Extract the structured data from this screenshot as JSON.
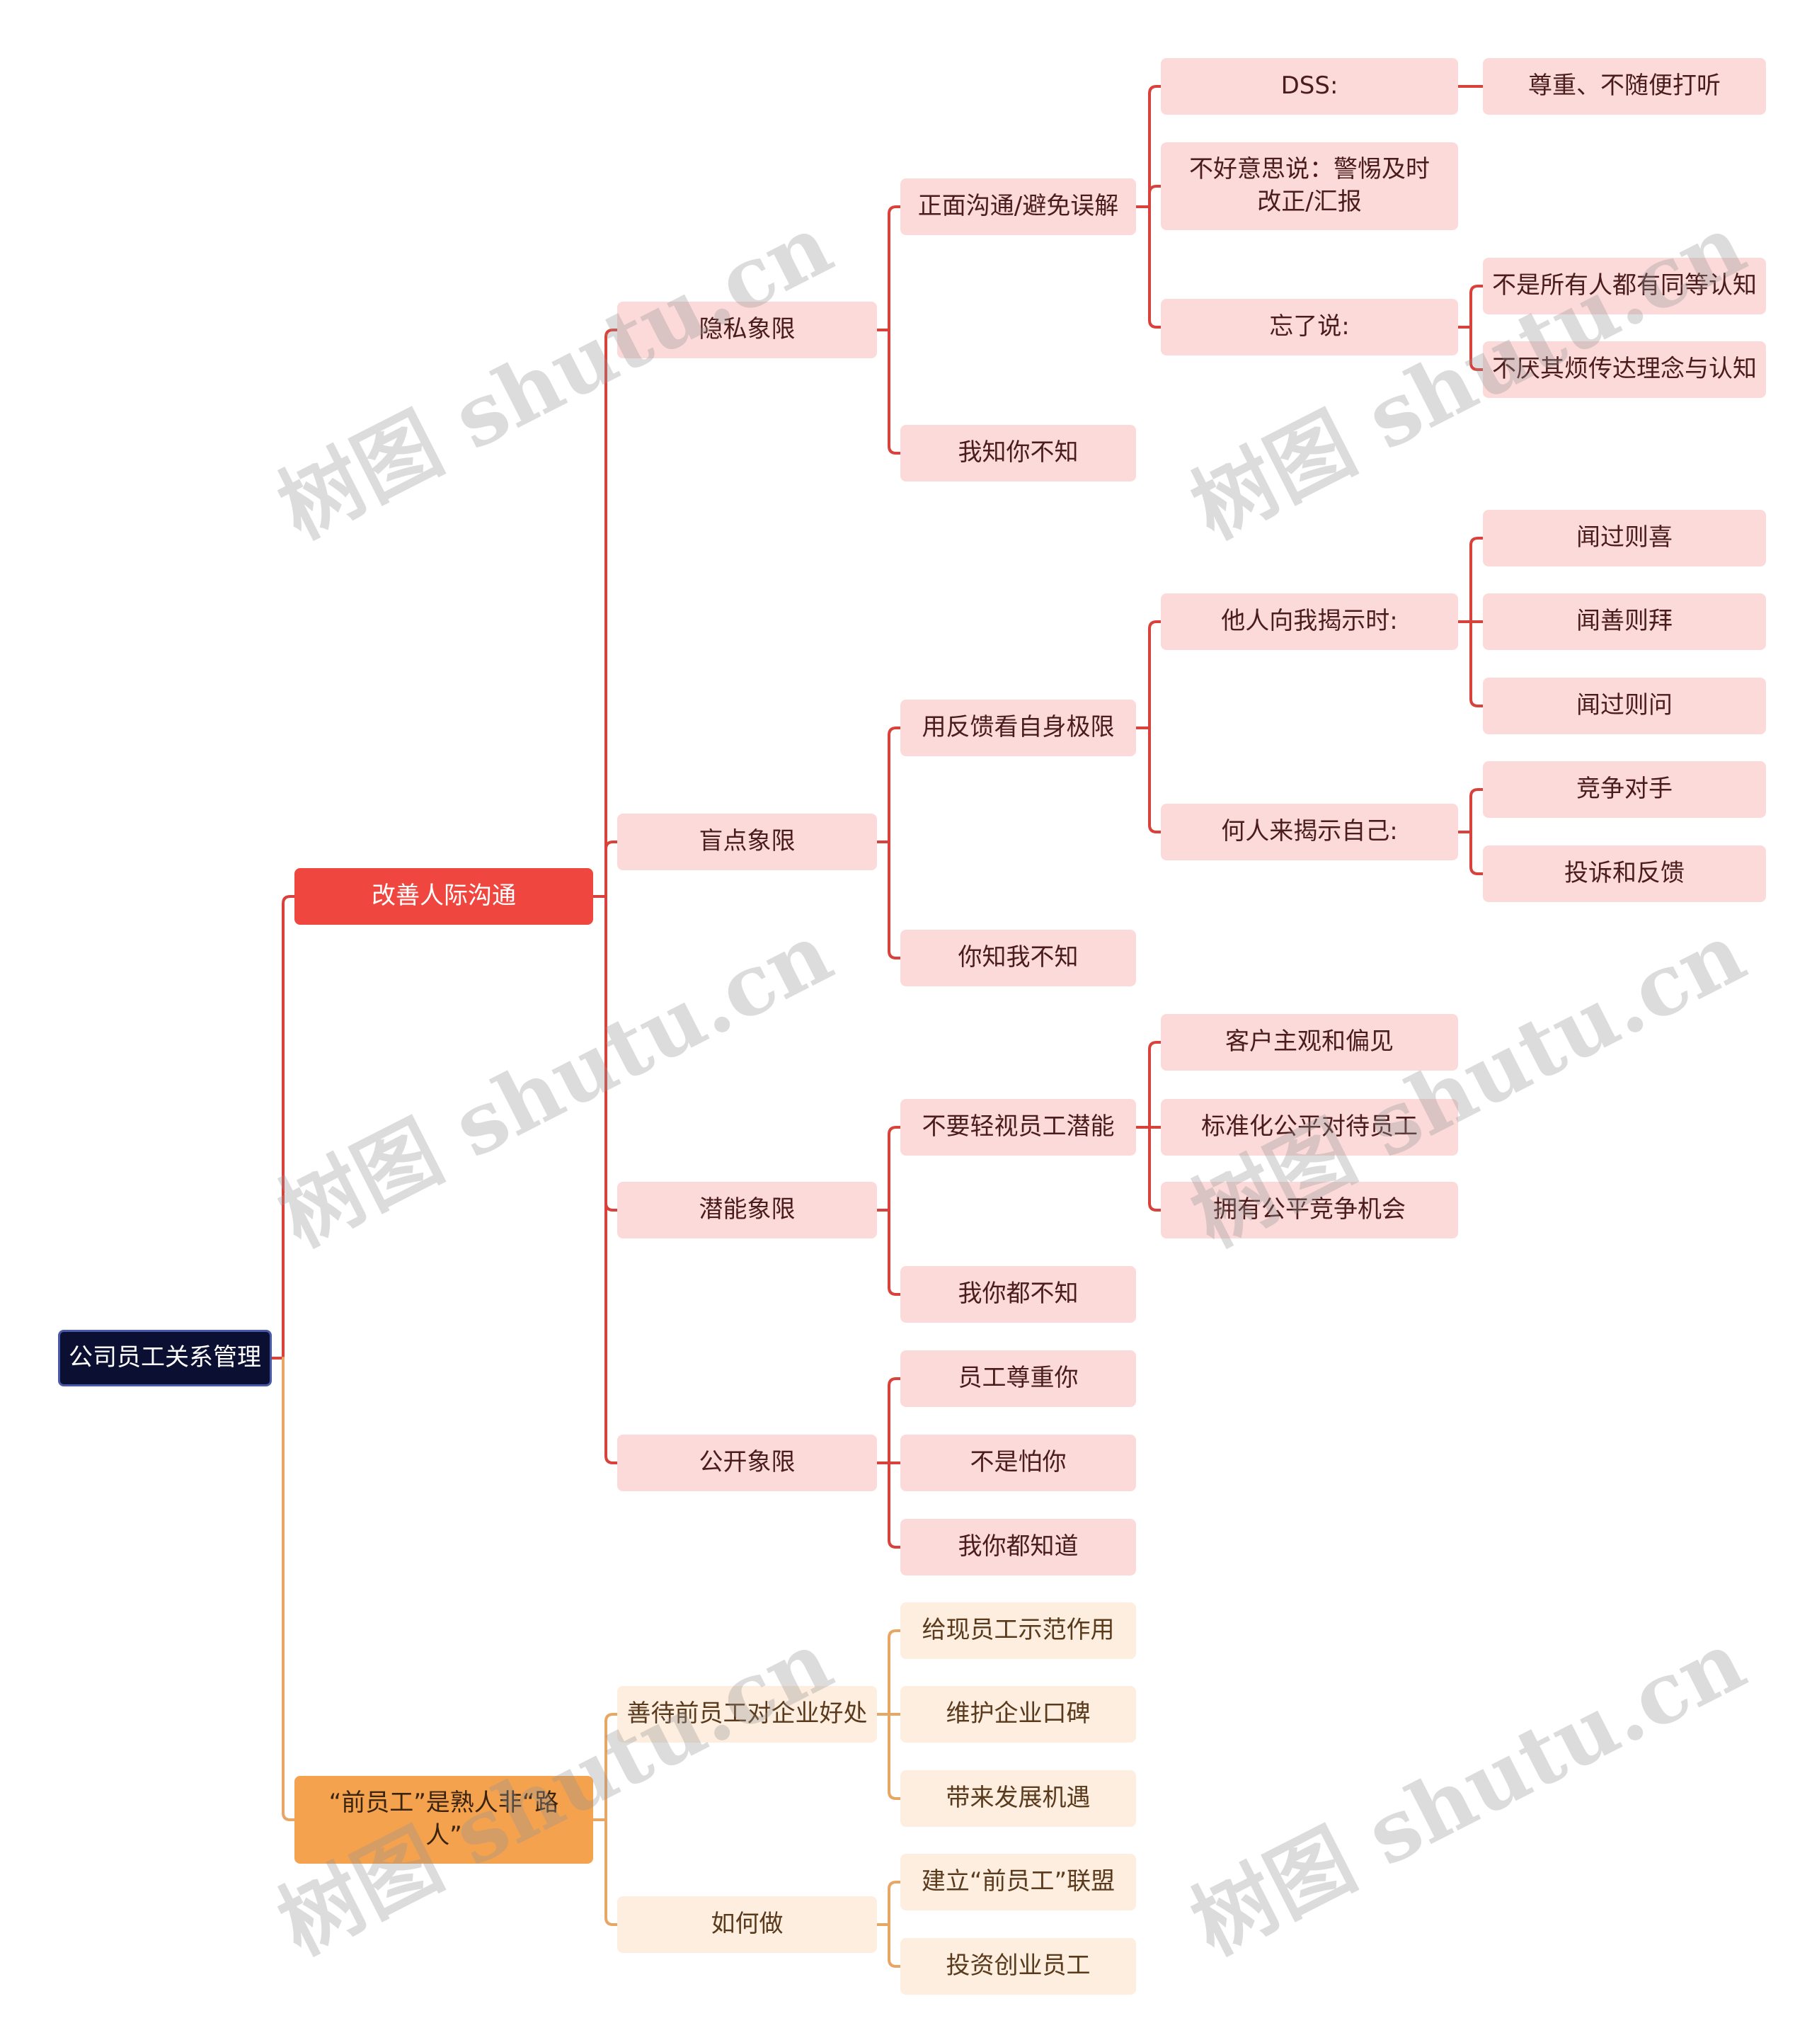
{
  "colors": {
    "red_line": "#d9413b",
    "orange_line": "#e8a665",
    "root_bg": "#0b1033",
    "branch_red": "#f04640",
    "branch_orange": "#f5a24f",
    "leaf_red": "#fddada",
    "leaf_orange": "#fdeedf"
  },
  "watermark": "树图 shutu.cn",
  "mindmap": {
    "root": "公司员工关系管理",
    "branch1": {
      "label": "改善人际沟通",
      "privacy": {
        "label": "隐私象限",
        "comm": {
          "label": "正面沟通/避免误解",
          "dss": "DSS:",
          "dss_detail": "尊重、不随便打听",
          "embarrassed": "不好意思说：警惕及时改正/汇报",
          "forgot": "忘了说:",
          "forgot_a": "不是所有人都有同等认知",
          "forgot_b": "不厌其烦传达理念与认知"
        },
        "iknow": "我知你不知"
      },
      "blind": {
        "label": "盲点象限",
        "feedback": {
          "label": "用反馈看自身极限",
          "others": "他人向我揭示时:",
          "others_a": "闻过则喜",
          "others_b": "闻善则拜",
          "others_c": "闻过则问",
          "who": "何人来揭示自己:",
          "who_a": "竞争对手",
          "who_b": "投诉和反馈"
        },
        "youknow": "你知我不知"
      },
      "potential": {
        "label": "潜能象限",
        "dont": {
          "label": "不要轻视员工潜能",
          "a": "客户主观和偏见",
          "b": "标准化公平对待员工",
          "c": "拥有公平竞争机会"
        },
        "neither": "我你都不知"
      },
      "open": {
        "label": "公开象限",
        "a": "员工尊重你",
        "b": "不是怕你",
        "c": "我你都知道"
      }
    },
    "branch2": {
      "label": "“前员工”是熟人非“路人”",
      "benefit": {
        "label": "善待前员工对企业好处",
        "a": "给现员工示范作用",
        "b": "维护企业口碑",
        "c": "带来发展机遇"
      },
      "how": {
        "label": "如何做",
        "a": "建立“前员工”联盟",
        "b": "投资创业员工"
      }
    }
  }
}
